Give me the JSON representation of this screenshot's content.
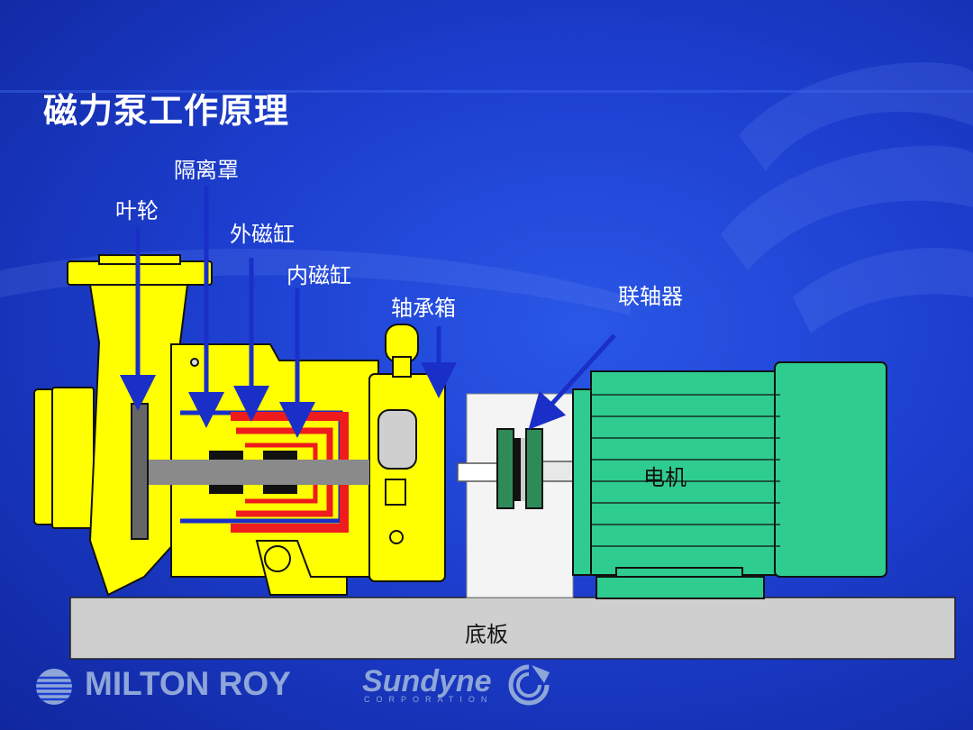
{
  "slide": {
    "title": "磁力泵工作原理"
  },
  "labels": {
    "impeller": "叶轮",
    "isolation_sleeve": "隔离罩",
    "outer_magnet": "外磁缸",
    "inner_magnet": "内磁缸",
    "bearing_box": "轴承箱",
    "coupling": "联轴器",
    "motor": "电机",
    "base_plate": "底板"
  },
  "logos": {
    "milton_roy": "MILTON ROY",
    "sundyne": "Sundyne",
    "sundyne_sub": "CORPORATION"
  },
  "colors": {
    "pump_body": "#ffff00",
    "motor": "#2ecc8f",
    "magnet": "#ee1c1c",
    "sleeve": "#1a2fc8",
    "base": "#cfcfcf",
    "background": "#1d3fd0"
  }
}
